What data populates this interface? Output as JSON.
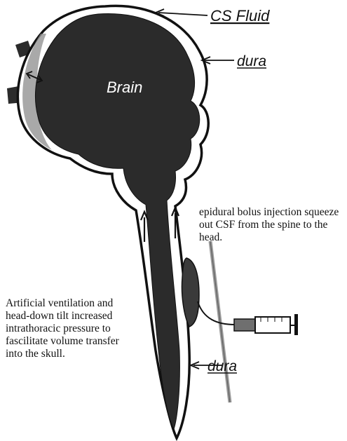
{
  "labels": {
    "cs_fluid": "CS Fluid",
    "dura_top": "dura",
    "brain": "Brain",
    "dura_bottom": "dura"
  },
  "annotation_epidural": [
    "epidural bolus injection squeeze",
    "out CSF from the spine to the",
    "head."
  ],
  "annotation_ventilation": [
    "Artificial ventilation and",
    "head-down tilt increased",
    "intrathoracic pressure to",
    "fascilitate volume transfer",
    "into the skull."
  ],
  "colors": {
    "ink": "#111111",
    "brain_fill": "#2b2b2b",
    "csf_fill": "#ffffff",
    "needle": "#9a9a9a",
    "syringe_fill": "#6f6f6f"
  }
}
